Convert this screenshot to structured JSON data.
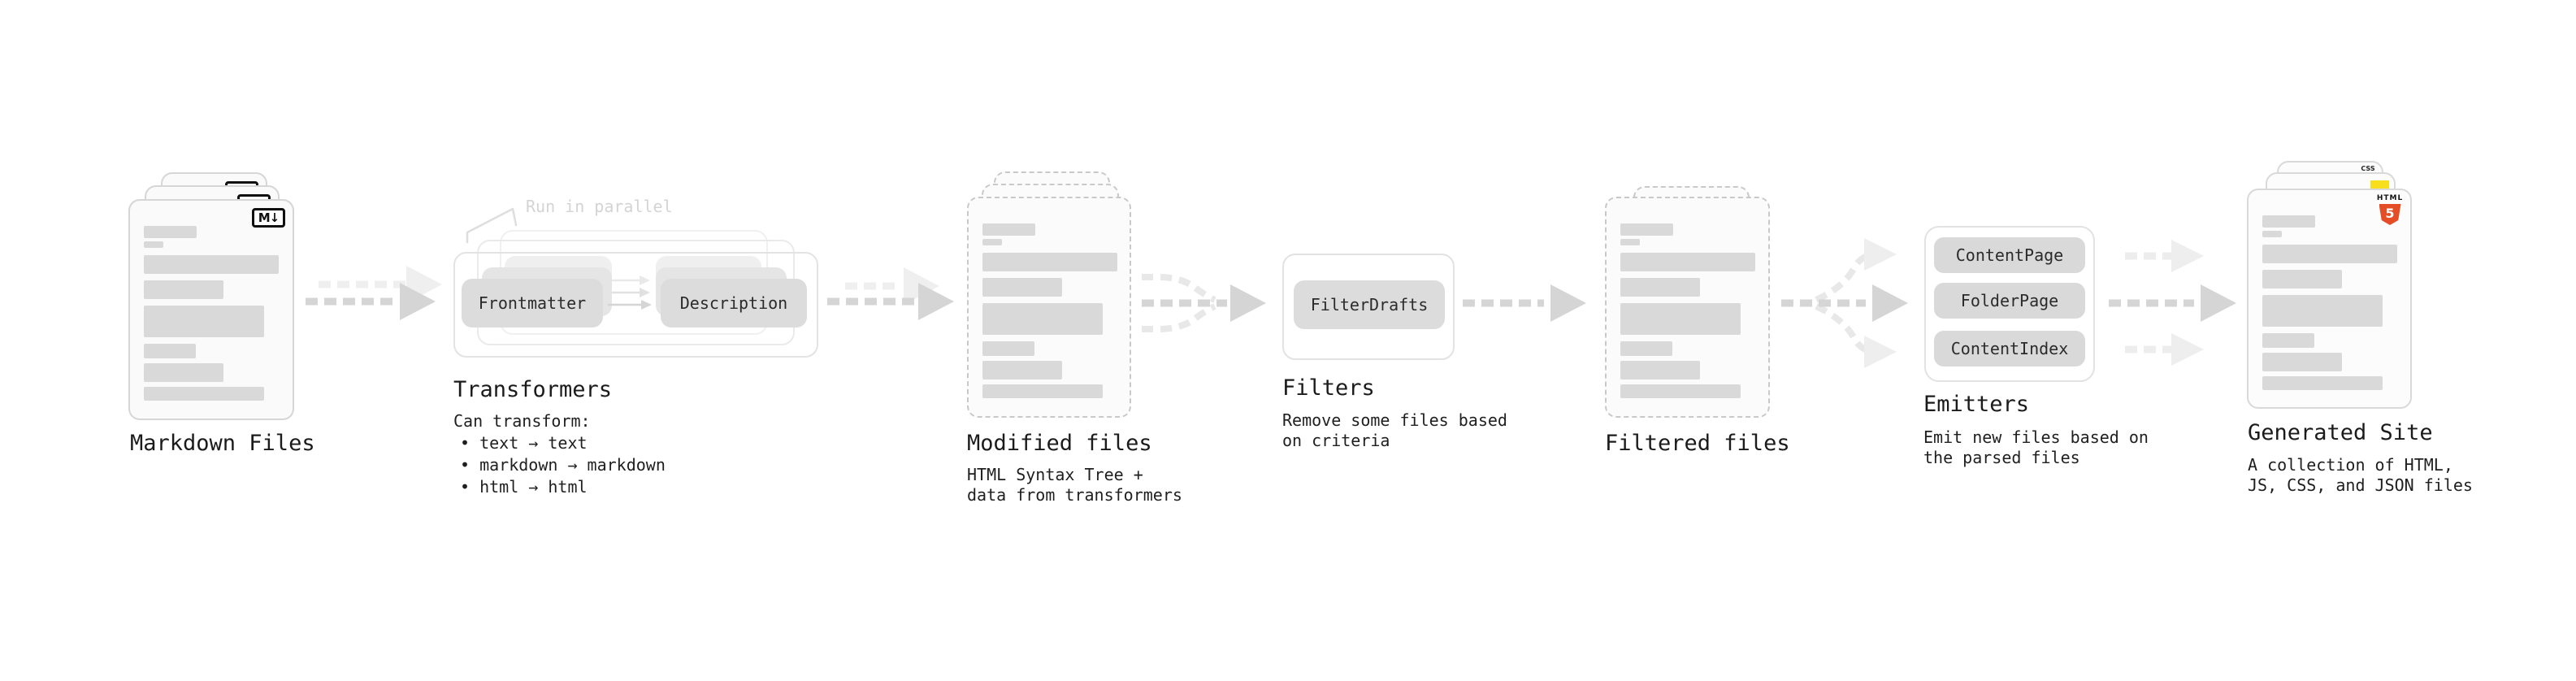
{
  "stages": {
    "markdown_files": {
      "title": "Markdown Files"
    },
    "transformers": {
      "title": "Transformers",
      "note": "Run in parallel",
      "boxes": [
        "Frontmatter",
        "Description"
      ],
      "subtitle": "Can transform:",
      "bullets": [
        "• text → text",
        "• markdown → markdown",
        "• html → html"
      ]
    },
    "modified_files": {
      "title": "Modified files",
      "subtitle": "HTML Syntax Tree +\ndata from transformers"
    },
    "filters": {
      "title": "Filters",
      "boxes": [
        "FilterDrafts"
      ],
      "subtitle": "Remove some files based\non criteria"
    },
    "filtered_files": {
      "title": "Filtered files"
    },
    "emitters": {
      "title": "Emitters",
      "boxes": [
        "ContentPage",
        "FolderPage",
        "ContentIndex"
      ],
      "subtitle": "Emit new files based on\nthe parsed files"
    },
    "generated_site": {
      "title": "Generated Site",
      "subtitle": "A collection of HTML,\nJS, CSS, and JSON files"
    }
  },
  "icons": {
    "markdown_badge": "M↓",
    "html5_label": "HTML",
    "html5_number": "5",
    "css_label": "CSS"
  },
  "colors": {
    "html5-orange": "#e44d26",
    "js-yellow": "#f7df1e",
    "css-blue": "#2965f1"
  }
}
